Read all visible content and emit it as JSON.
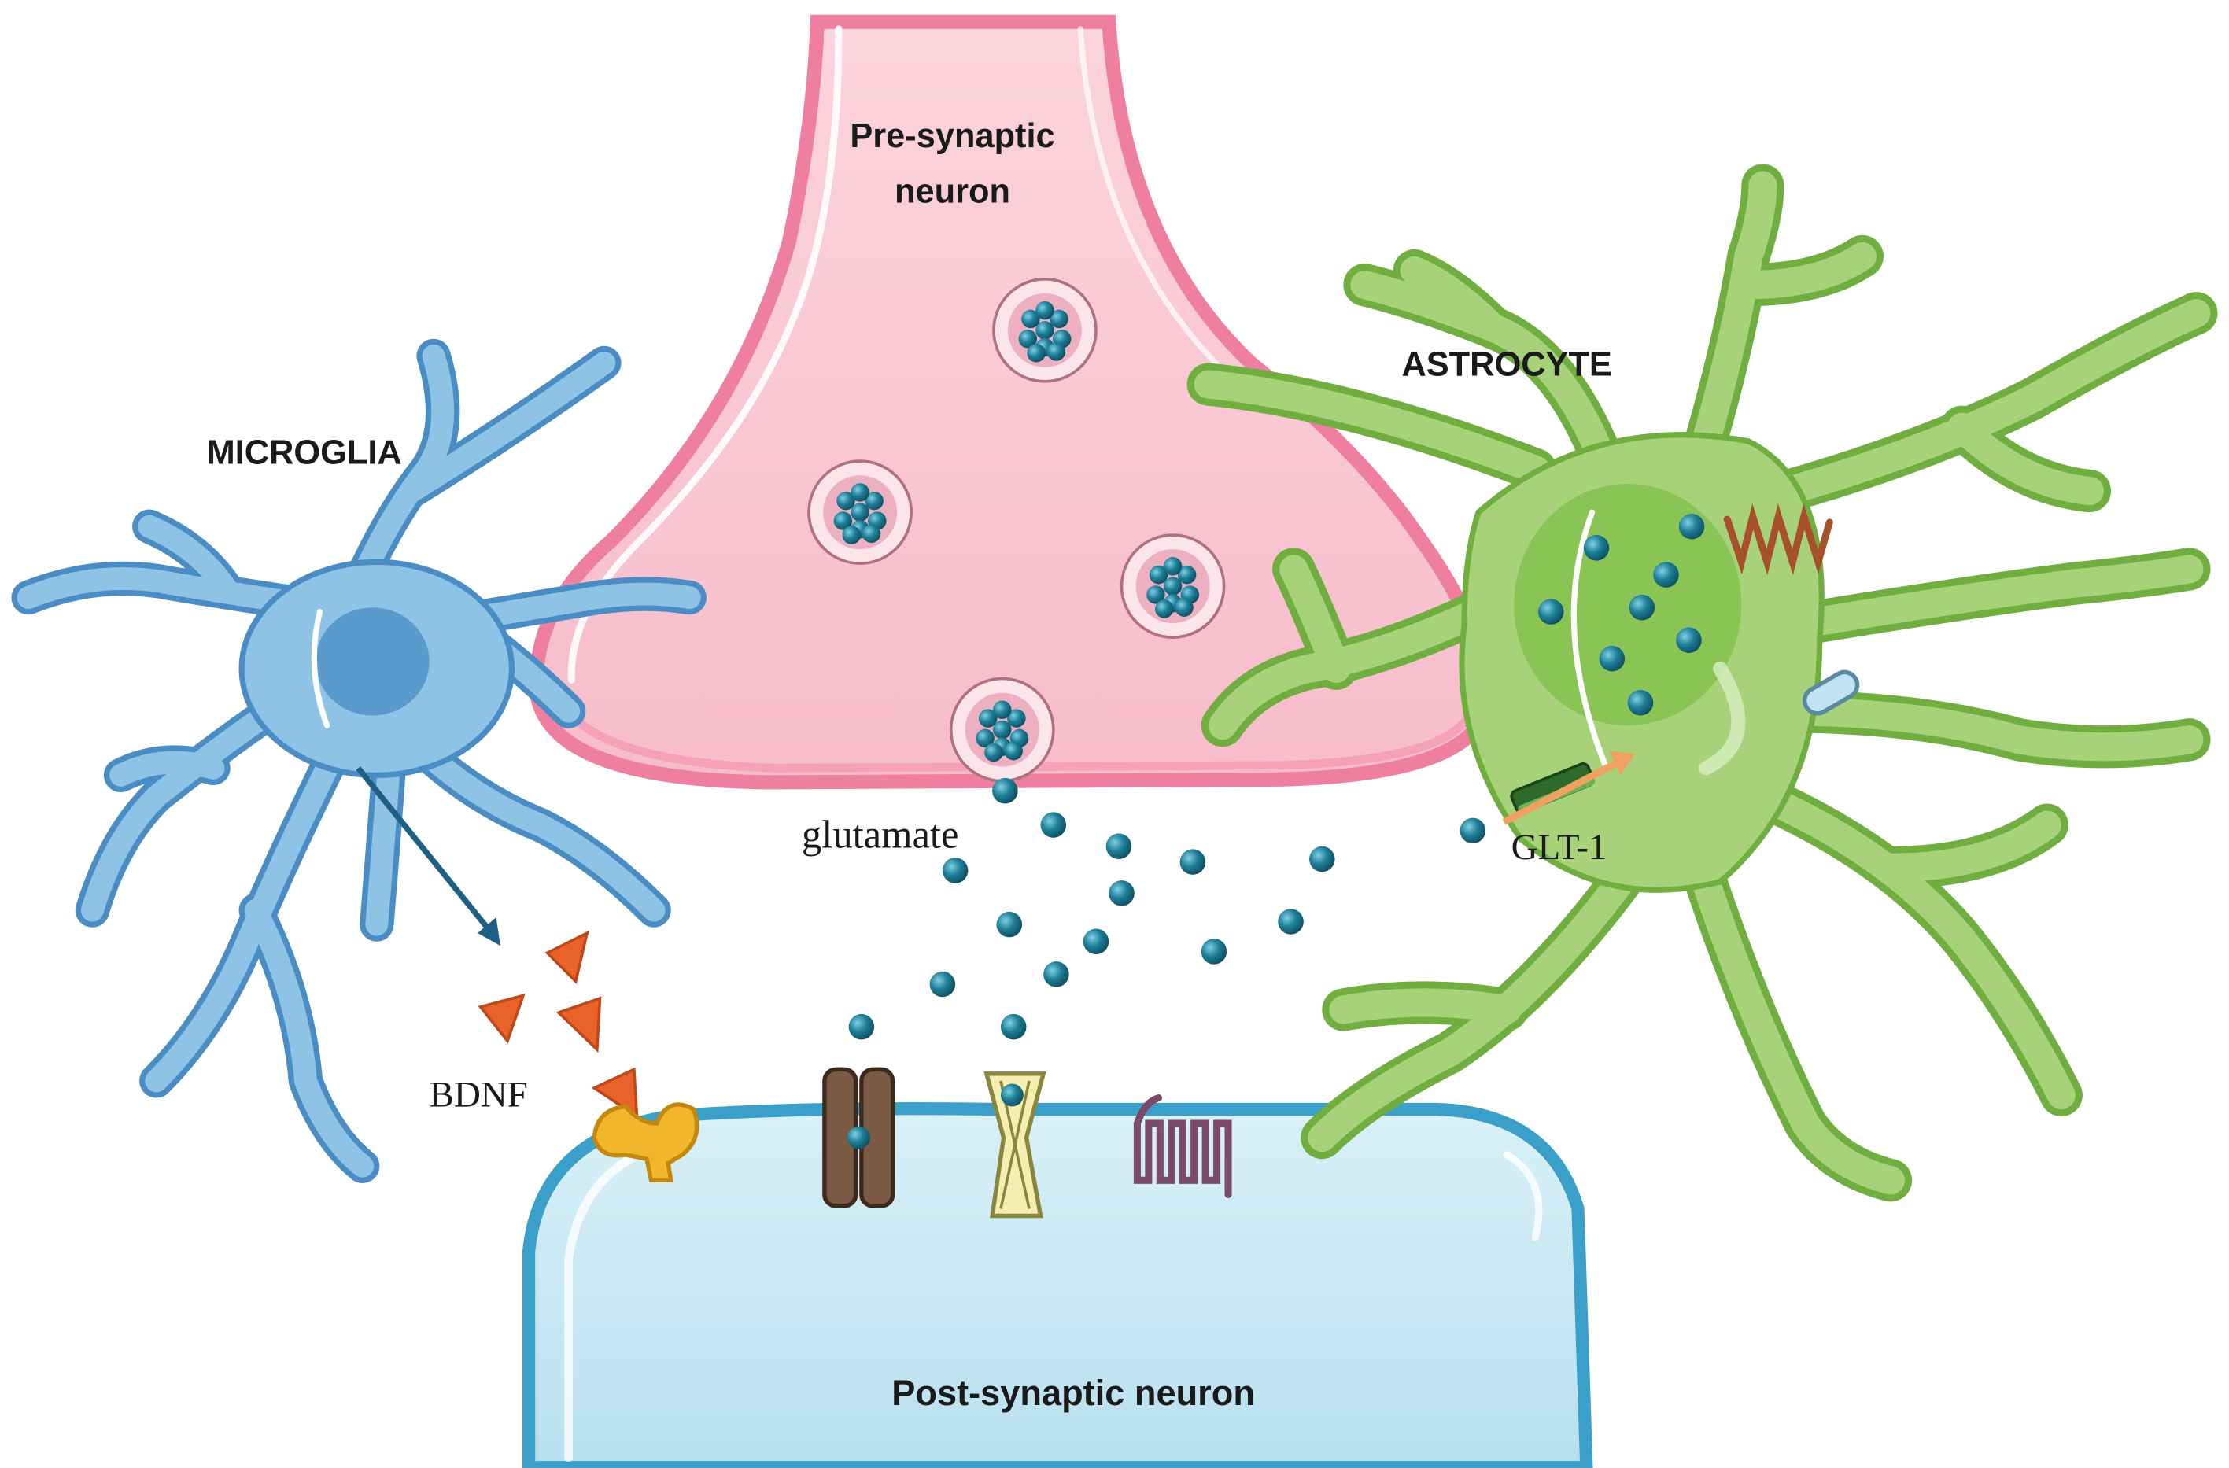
{
  "labels": {
    "presynaptic": [
      "Pre-synaptic",
      "neuron"
    ],
    "astrocyte": "ASTROCYTE",
    "microglia": "MICROGLIA",
    "glutamate": "glutamate",
    "glt1": "GLT-1",
    "bdnf": "BDNF",
    "postsynaptic": "Post-synaptic neuron"
  },
  "colors": {
    "presynaptic_fill": "#f9c9d3",
    "presynaptic_border": "#ef7fa0",
    "postsynaptic_fill": "#cdeaf4",
    "postsynaptic_border": "#3a9fc9",
    "astrocyte_fill": "#a8d27a",
    "astrocyte_dark": "#6fae3f",
    "microglia_fill": "#8ec3e6",
    "microglia_dark": "#4a8cc4",
    "glutamate": "#1e7e98",
    "bdnf": "#e8622a",
    "glt1": "#2e6b2a",
    "arrow_microglia": "#1f5f86",
    "arrow_glt1": "#f0a060"
  },
  "icons": [
    "synaptic-vesicle-icon",
    "glutamate-molecule-icon",
    "bdnf-triangle-icon",
    "trkb-receptor-icon",
    "ampa-receptor-icon",
    "nmda-receptor-icon",
    "mglur-receptor-icon",
    "glt1-transporter-icon",
    "arrow-icon"
  ]
}
